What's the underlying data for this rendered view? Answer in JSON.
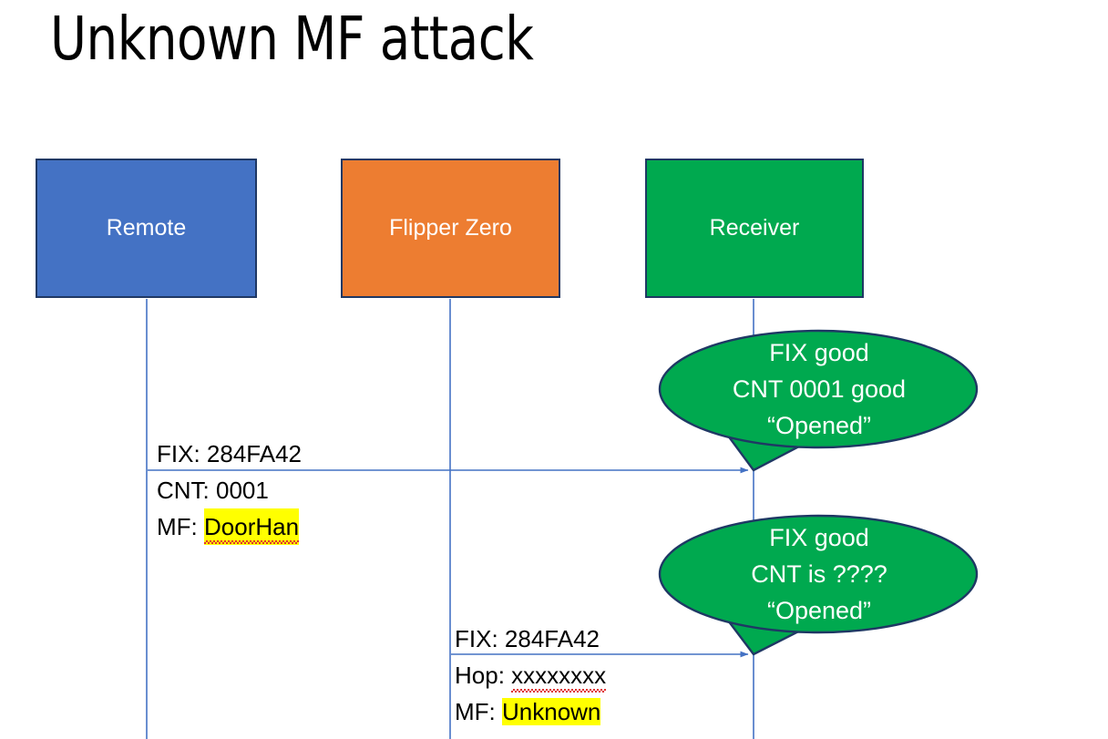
{
  "slide": {
    "title": "Unknown MF attack",
    "background": "#FFFFFF"
  },
  "colors": {
    "remote_box": "#4472C4",
    "flipper_box": "#ED7D31",
    "receiver_box": "#00A94F",
    "box_border": "#1F3864",
    "bubble_fill": "#00A94F",
    "bubble_border": "#1F3864",
    "lifeline": "#4472C4",
    "arrow": "#4472C4",
    "highlight": "#FFFF00",
    "text_dark": "#000000",
    "text_light": "#FFFFFF",
    "spellcheck_underline": "#E03131"
  },
  "actors": [
    {
      "id": "remote",
      "label": "Remote"
    },
    {
      "id": "flipper",
      "label": "Flipper Zero"
    },
    {
      "id": "receiver",
      "label": "Receiver"
    }
  ],
  "messages": [
    {
      "id": "msg-remote-to-receiver",
      "from": "remote",
      "to": "receiver",
      "lines": [
        {
          "prefix": "FIX: ",
          "value": "284FA42",
          "highlight": false,
          "misspelled": false
        },
        {
          "prefix": "CNT: ",
          "value": "0001",
          "highlight": false,
          "misspelled": false
        },
        {
          "prefix": "MF: ",
          "value": "DoorHan",
          "highlight": true,
          "misspelled": true
        }
      ]
    },
    {
      "id": "msg-flipper-to-receiver",
      "from": "flipper",
      "to": "receiver",
      "lines": [
        {
          "prefix": "FIX: ",
          "value": "284FA42",
          "highlight": false,
          "misspelled": false
        },
        {
          "prefix": "Hop: ",
          "value": "xxxxxxxx",
          "highlight": false,
          "misspelled": true
        },
        {
          "prefix": "MF: ",
          "value": "Unknown",
          "highlight": true,
          "misspelled": false
        }
      ]
    }
  ],
  "bubbles": [
    {
      "id": "bubble-first-response",
      "owner": "receiver",
      "lines": [
        "FIX good",
        "CNT 0001 good",
        "“Opened”"
      ]
    },
    {
      "id": "bubble-second-response",
      "owner": "receiver",
      "lines": [
        "FIX good",
        "CNT is ????",
        "“Opened”"
      ]
    }
  ]
}
